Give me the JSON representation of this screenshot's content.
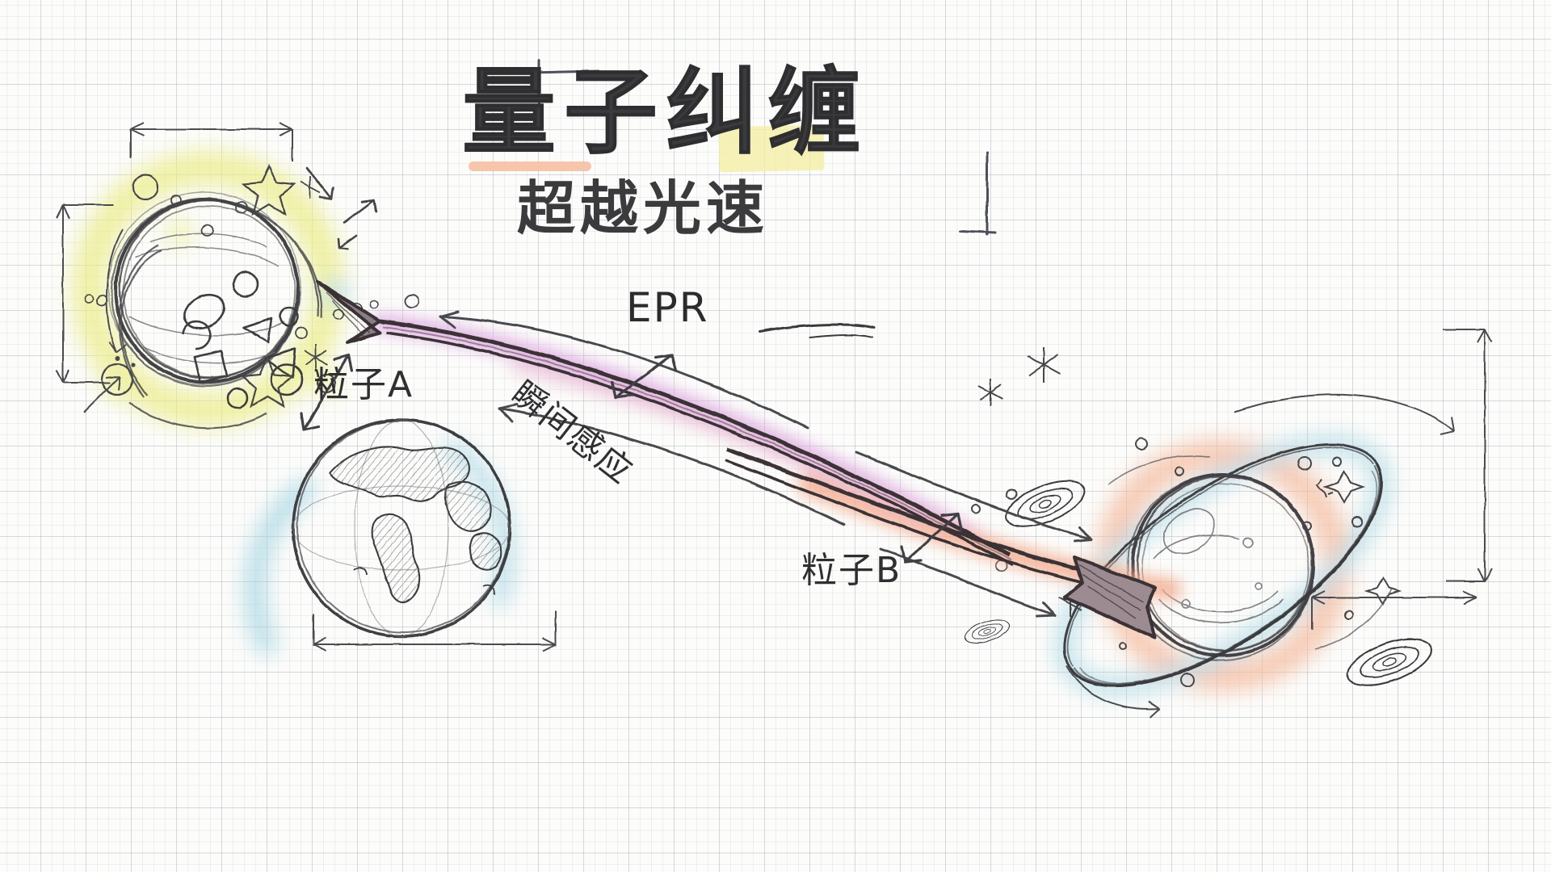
{
  "poster": {
    "medium": "hand-drawn pencil sketch on graph paper",
    "background_color": "#fcfcfa",
    "grid_color": "#9ba5af"
  },
  "title": {
    "main": "量子纠缠",
    "subtitle": "超越光速",
    "underline_color": "#f6c3a8",
    "highlight_color": "#f3eda4",
    "ink_color": "#3b3b3e"
  },
  "labels": {
    "particle_a": "粒子A",
    "particle_b": "粒子B",
    "epr": "EPR",
    "instant_link": "瞬间感应"
  },
  "objects": {
    "particle_a": {
      "name": "粒子A",
      "glow_color": "#eff08f",
      "description": "glowing sphere with geometric shapes inside"
    },
    "earth": {
      "name": "earth",
      "glow_color": "#a8d6e4",
      "description": "hand drawn globe with hatched continents"
    },
    "particle_b": {
      "name": "粒子B",
      "glow_color": "#f6c3a8",
      "ring_color": "#a8d6e4",
      "description": "ringed planet with galaxies and sparkles"
    }
  },
  "connections": {
    "link_left_arrow_color": "#dca6e0",
    "link_right_arrow_color": "#f3ab8e",
    "link_ink_color": "#3a3035"
  }
}
